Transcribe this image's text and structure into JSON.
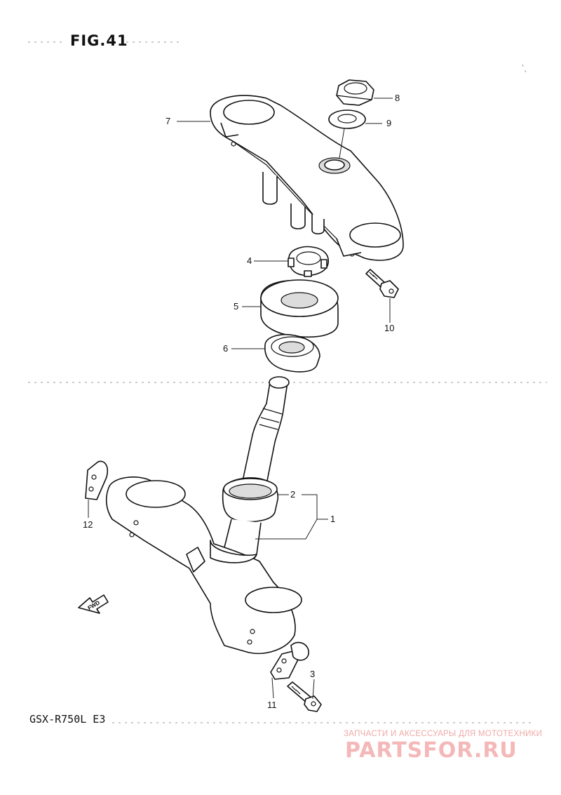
{
  "figure": {
    "title": "FIG.41"
  },
  "model": "GSX-R750L E3",
  "fwd_label": "FWD",
  "watermark": {
    "subtitle": "ЗАПЧАСТИ И АКСЕССУАРЫ ДЛЯ МОТОТЕХНИКИ",
    "brand": "PARTSFOR.RU"
  },
  "callouts": [
    {
      "ref": "1",
      "label": "1"
    },
    {
      "ref": "2",
      "label": "2"
    },
    {
      "ref": "3",
      "label": "3"
    },
    {
      "ref": "4",
      "label": "4"
    },
    {
      "ref": "5",
      "label": "5"
    },
    {
      "ref": "6",
      "label": "6"
    },
    {
      "ref": "7",
      "label": "7"
    },
    {
      "ref": "8",
      "label": "8"
    },
    {
      "ref": "9",
      "label": "9"
    },
    {
      "ref": "10",
      "label": "10"
    },
    {
      "ref": "11",
      "label": "11"
    },
    {
      "ref": "12",
      "label": "12"
    }
  ]
}
